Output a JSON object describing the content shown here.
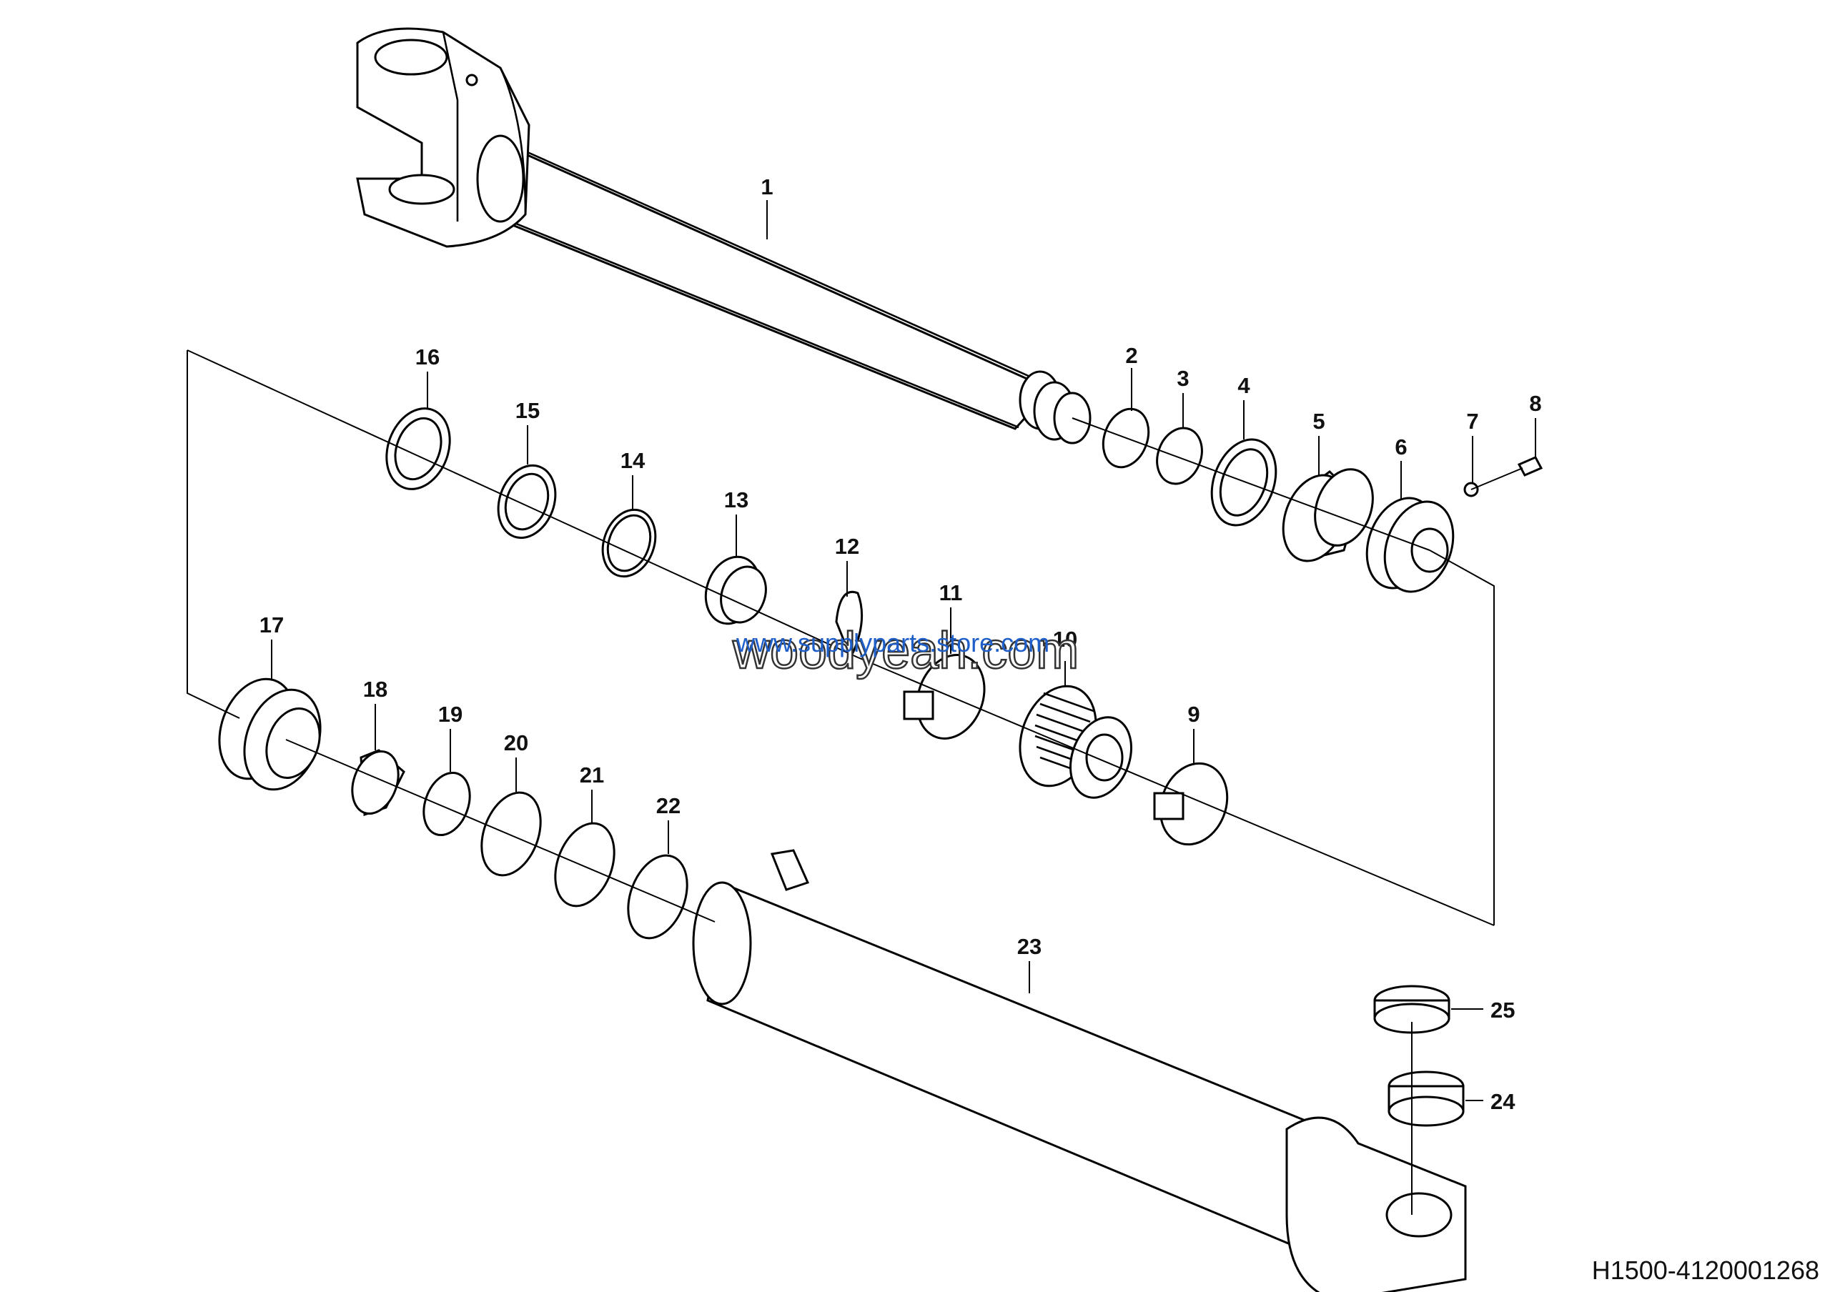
{
  "callouts": [
    {
      "id": "1",
      "label": "1"
    },
    {
      "id": "2",
      "label": "2"
    },
    {
      "id": "3",
      "label": "3"
    },
    {
      "id": "4",
      "label": "4"
    },
    {
      "id": "5",
      "label": "5"
    },
    {
      "id": "6",
      "label": "6"
    },
    {
      "id": "7",
      "label": "7"
    },
    {
      "id": "8",
      "label": "8"
    },
    {
      "id": "9",
      "label": "9"
    },
    {
      "id": "10",
      "label": "10"
    },
    {
      "id": "11",
      "label": "11"
    },
    {
      "id": "12",
      "label": "12"
    },
    {
      "id": "13",
      "label": "13"
    },
    {
      "id": "14",
      "label": "14"
    },
    {
      "id": "15",
      "label": "15"
    },
    {
      "id": "16",
      "label": "16"
    },
    {
      "id": "17",
      "label": "17"
    },
    {
      "id": "18",
      "label": "18"
    },
    {
      "id": "19",
      "label": "19"
    },
    {
      "id": "20",
      "label": "20"
    },
    {
      "id": "21",
      "label": "21"
    },
    {
      "id": "22",
      "label": "22"
    },
    {
      "id": "23",
      "label": "23"
    },
    {
      "id": "24",
      "label": "24"
    },
    {
      "id": "25",
      "label": "25"
    }
  ],
  "drawing_code": "H1500-4120001268",
  "watermark": {
    "primary": "woodyeah.com",
    "secondary": "www.supplyparts.store.com"
  }
}
